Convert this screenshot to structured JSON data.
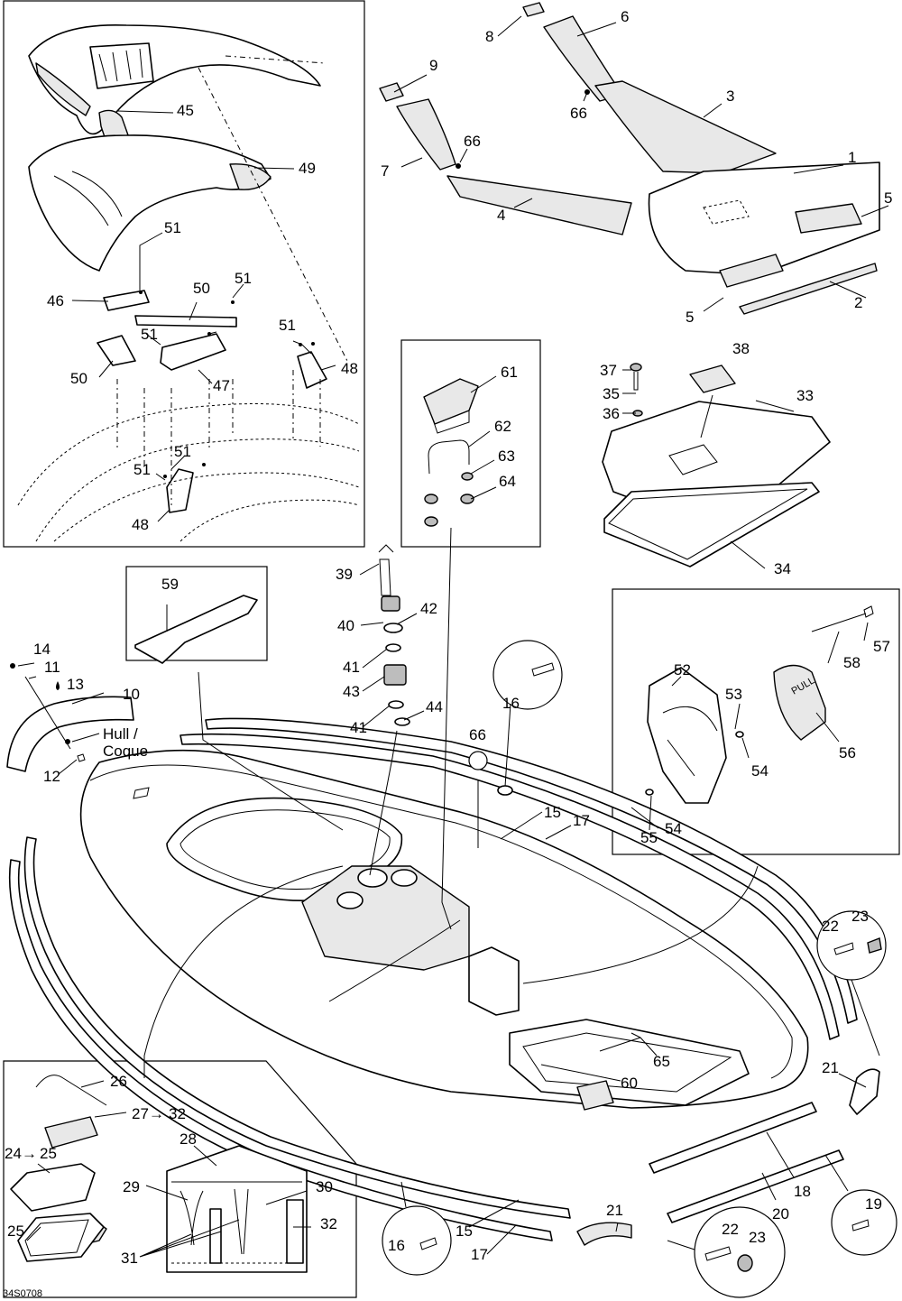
{
  "drawing_number": "34S0708",
  "hull_label_line1": "Hull /",
  "hull_label_line2": "Coque",
  "pull_tab_text": "PULL",
  "callouts": {
    "c1": "1",
    "c2": "2",
    "c3": "3",
    "c4": "4",
    "c5a": "5",
    "c5b": "5",
    "c6": "6",
    "c7": "7",
    "c8": "8",
    "c9": "9",
    "c10": "10",
    "c11": "11",
    "c12": "12",
    "c13": "13",
    "c14": "14",
    "c15a": "15",
    "c15b": "15",
    "c16a": "16",
    "c16b": "16",
    "c17a": "17",
    "c17b": "17",
    "c18": "18",
    "c19": "19",
    "c20": "20",
    "c21a": "21",
    "c21b": "21",
    "c22a": "22",
    "c22b": "22",
    "c23a": "23",
    "c23b": "23",
    "c24": "24",
    "c24to25": "25",
    "c25": "25",
    "c26": "26",
    "c27": "27",
    "c27to32": "32",
    "c28": "28",
    "c29": "29",
    "c30": "30",
    "c31": "31",
    "c32": "32",
    "c33": "33",
    "c34": "34",
    "c35": "35",
    "c36": "36",
    "c37": "37",
    "c38": "38",
    "c39": "39",
    "c40": "40",
    "c41a": "41",
    "c41b": "41",
    "c42": "42",
    "c43": "43",
    "c44": "44",
    "c45": "45",
    "c46": "46",
    "c47": "47",
    "c48a": "48",
    "c48b": "48",
    "c49": "49",
    "c50a": "50",
    "c50b": "50",
    "c51a": "51",
    "c51b": "51",
    "c51c": "51",
    "c51d": "51",
    "c51e": "51",
    "c51f": "51",
    "c52": "52",
    "c53": "53",
    "c54a": "54",
    "c54b": "54",
    "c55": "55",
    "c56": "56",
    "c57": "57",
    "c58": "58",
    "c59": "59",
    "c60": "60",
    "c61": "61",
    "c62": "62",
    "c63": "63",
    "c64": "64",
    "c65": "65",
    "c66a": "66",
    "c66b": "66",
    "c66c": "66"
  }
}
